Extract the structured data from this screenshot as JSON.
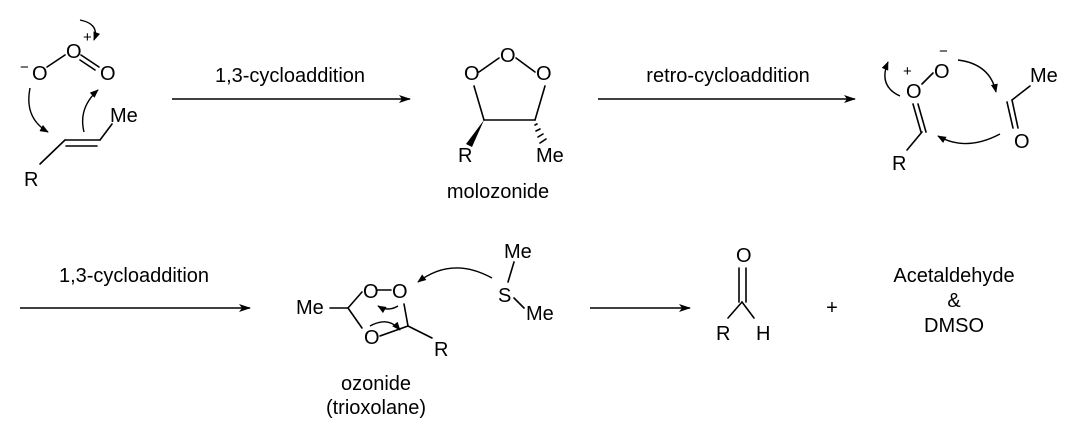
{
  "steps": {
    "s1": "1,3-cycloaddition",
    "s2": "retro-cycloaddition",
    "s3": "1,3-cycloaddition"
  },
  "labels": {
    "molozonide": "molozonide",
    "ozonide": "ozonide",
    "trioxolane": "(trioxolane)"
  },
  "products": {
    "plus": "+",
    "acetaldehyde": "Acetaldehyde",
    "and": "&",
    "dmso": "DMSO"
  },
  "atoms": {
    "O": "O",
    "S": "S",
    "H": "H",
    "R": "R",
    "Me": "Me",
    "minus": "−",
    "plus": "+"
  }
}
